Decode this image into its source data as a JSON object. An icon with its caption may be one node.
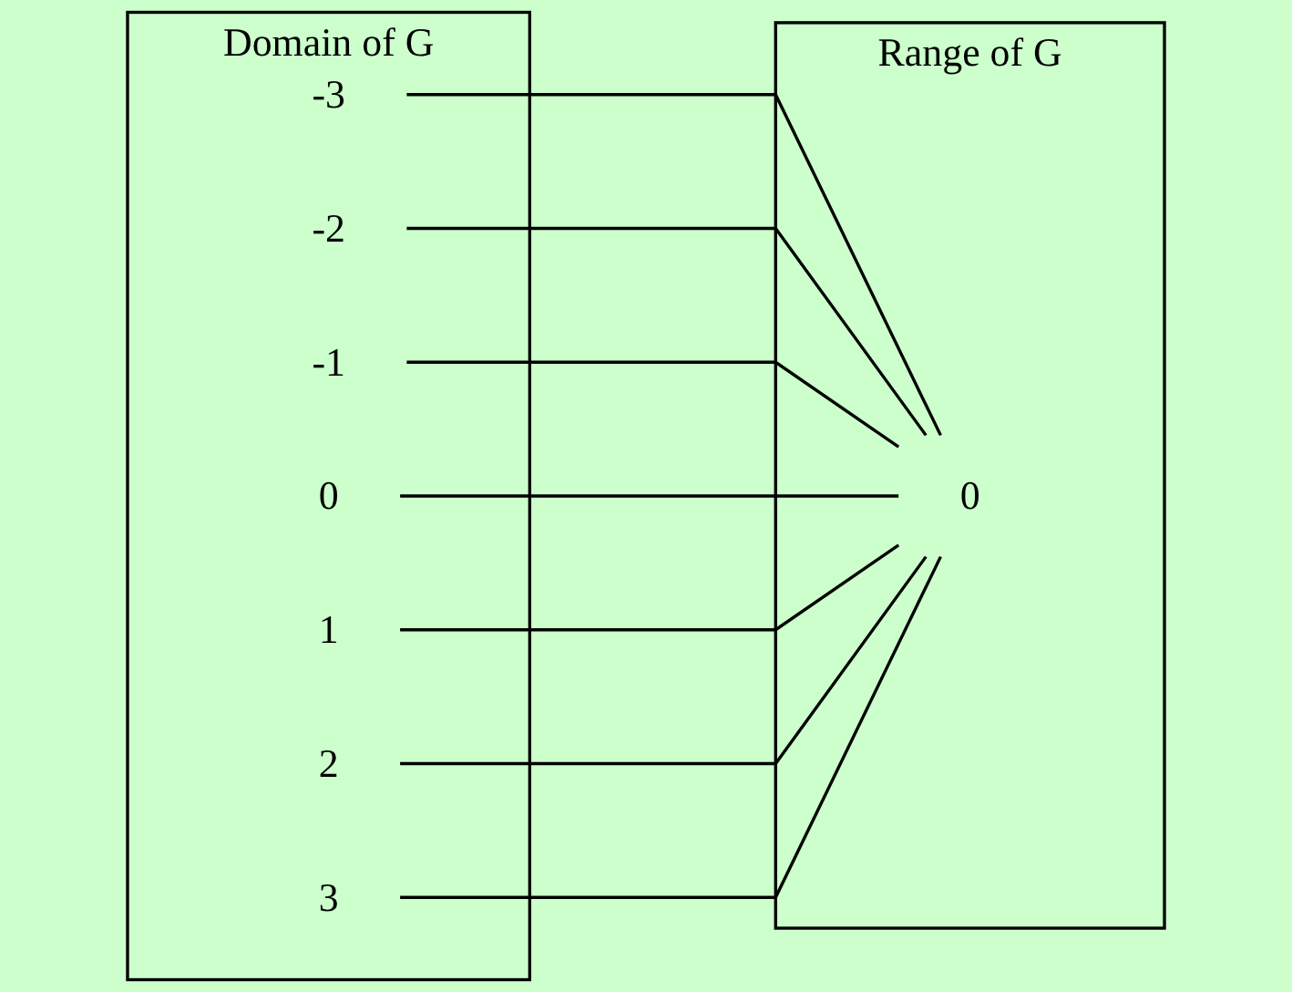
{
  "diagram": {
    "nodes": [
      {
        "text": [
          "Domain of G"
        ]
      },
      {
        "text": [
          "-3"
        ],
        "in": 0
      },
      {
        "text": [
          "-2"
        ],
        "in": 0
      },
      {
        "text": [
          "-1"
        ],
        "in": 0
      },
      {
        "text": [
          "0"
        ],
        "in": 0
      },
      {
        "text": [
          "1"
        ],
        "in": 0
      },
      {
        "text": [
          "2"
        ],
        "in": 0
      },
      {
        "text": [
          "3"
        ],
        "in": 0
      },
      {
        "text": [
          "Range of G"
        ]
      },
      {
        "text": [
          "0"
        ],
        "in": 8
      }
    ],
    "edges": [
      {
        "from": 1,
        "to": 9,
        "arrow": "none"
      },
      {
        "from": 2,
        "to": 9,
        "arrow": "none"
      },
      {
        "from": 3,
        "to": 9,
        "arrow": "none"
      },
      {
        "from": 4,
        "to": 9,
        "arrow": "none"
      },
      {
        "from": 5,
        "to": 9,
        "arrow": "none"
      },
      {
        "from": 6,
        "to": 9,
        "arrow": "none"
      },
      {
        "from": 7,
        "to": 9,
        "arrow": "none"
      }
    ]
  }
}
